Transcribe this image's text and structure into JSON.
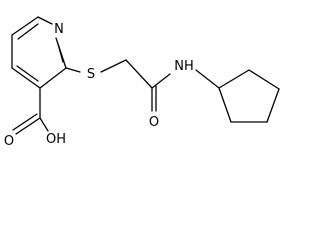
{
  "molecule": {
    "atoms": {
      "pyridine_n": "N",
      "thioether_s": "S",
      "amide_nh": "NH",
      "carbonyl_o": "O",
      "acid_oh": "OH",
      "acid_o": "O"
    },
    "colors": {
      "bond": "#000000",
      "label": "#000000",
      "background": "#ffffff"
    }
  }
}
